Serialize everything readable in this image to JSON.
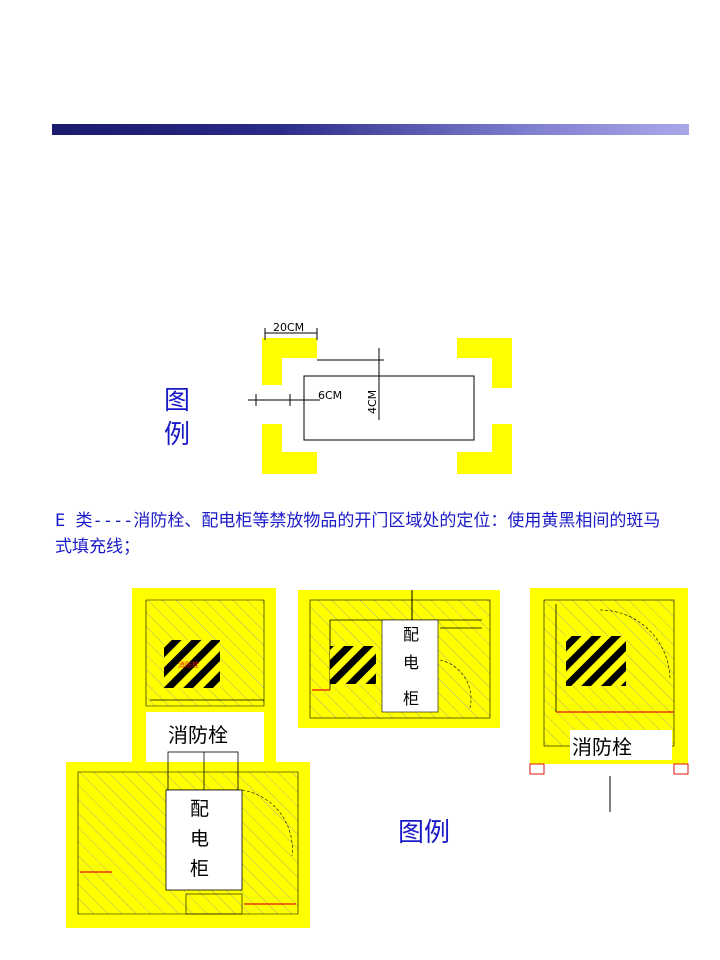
{
  "legend_title": "图例",
  "dimension_labels": {
    "width": "20CM",
    "gap": "6CM",
    "line": "4CM"
  },
  "description": "E 类----消防栓、配电柜等禁放物品的开门区域处的定位：使用黄黑相间的斑马式填充线；",
  "labels": {
    "fire_hydrant": "消防栓",
    "cabinet_chars": [
      "配",
      "电",
      "柜"
    ]
  },
  "colors": {
    "yellow": "#ffff00",
    "text_blue": "#1a1ac8",
    "hatch": "#9a9a9a",
    "red": "#e01010"
  }
}
